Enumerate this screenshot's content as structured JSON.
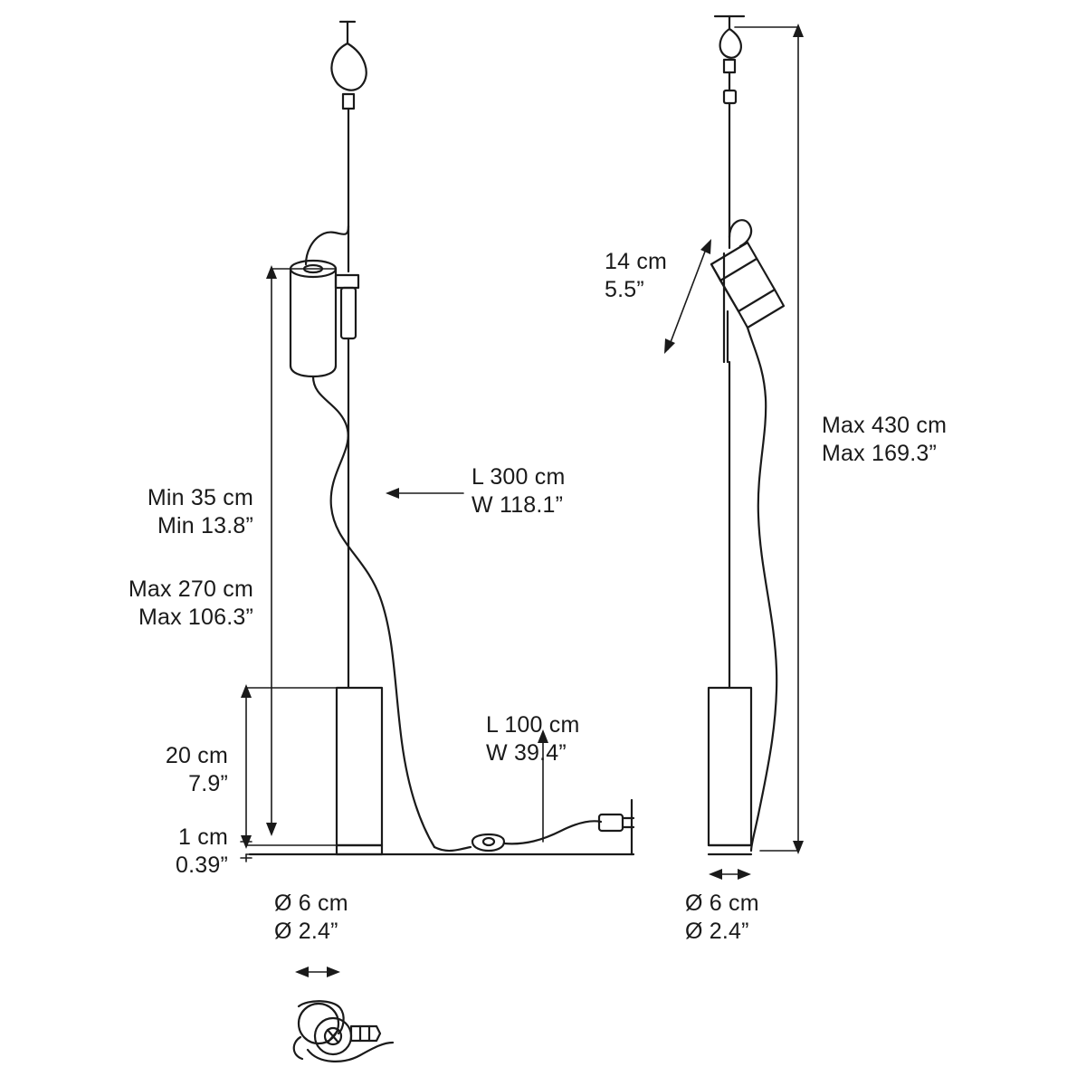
{
  "diagram": {
    "title": "Pendant lamp technical dimension drawing",
    "line_color": "#1a1a1a",
    "background": "#ffffff",
    "views": [
      {
        "name": "front-view",
        "label": ""
      },
      {
        "name": "side-view",
        "label": ""
      },
      {
        "name": "top-view",
        "label": ""
      }
    ],
    "labels": {
      "min_height": "Min 35 cm\nMin 13.8”",
      "max_height": "Max 270 cm\nMax 106.3”",
      "body_height": "20 cm\n7.9”",
      "base_height": "1 cm\n0.39”",
      "cable_length": "L 300 cm\nW 118.1”",
      "cord_length": "L 100 cm\nW 39.4”",
      "diameter_front": "Ø 6 cm\nØ 2.4”",
      "diameter_side": "Ø 6 cm\nØ 2.4”",
      "head_length": "14 cm\n5.5”",
      "max_total": "Max 430 cm\nMax 169.3”"
    }
  }
}
